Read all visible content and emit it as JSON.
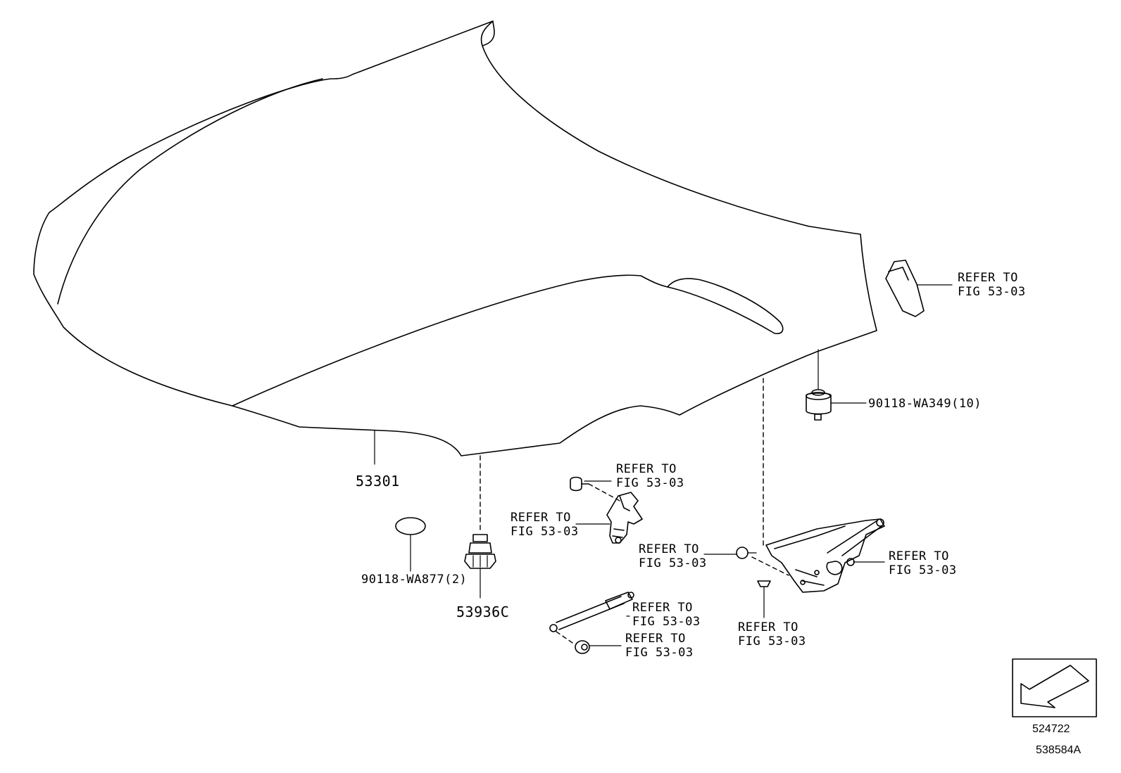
{
  "labels": {
    "hood_panel": "53301",
    "cushion": "90118-WA349(10)",
    "plug": "90118-WA877(2)",
    "hood_retainer": "53936C",
    "refer_line1": "REFER TO",
    "refer_line2": "FIG 53-03"
  },
  "footer": {
    "view_code": "524722",
    "illustration_id": "538584A"
  },
  "icons": {
    "view_direction": "arrow-icon"
  }
}
